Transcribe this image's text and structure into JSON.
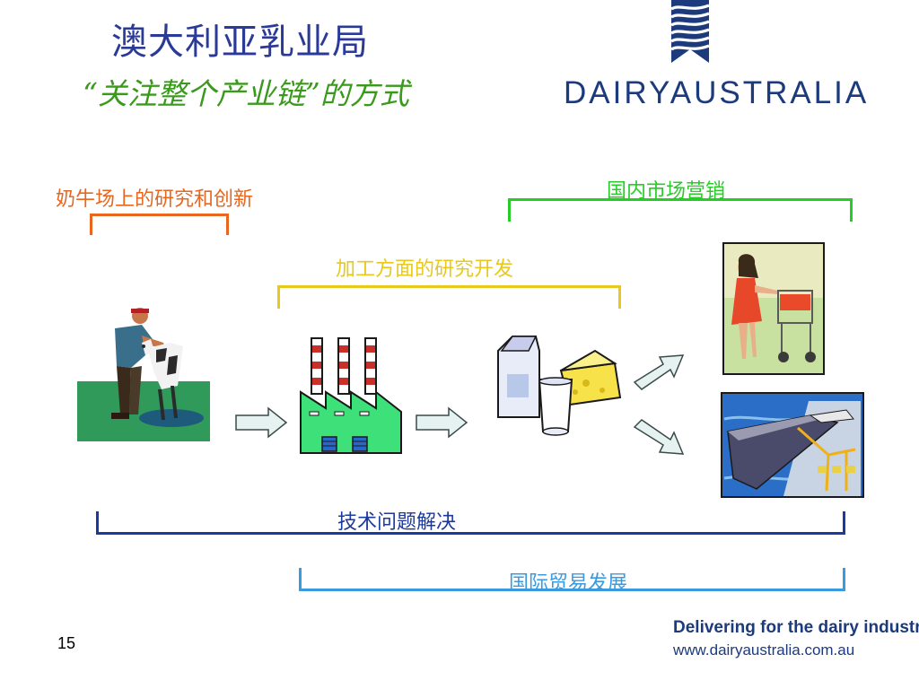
{
  "slide": {
    "title": "澳大利亚乳业局",
    "subtitle": "“关注整个产业链”的方式",
    "number": "15"
  },
  "logo": {
    "text": "DAIRYAUSTRALIA",
    "icon": "wave-stripes-icon"
  },
  "labels": {
    "farm_research": "奶牛场上的研究和创新",
    "domestic_marketing": "国内市场营销",
    "processing_rd": "加工方面的研究开发",
    "technical_solutions": "技术问题解决",
    "intl_trade": "国际贸易发展"
  },
  "footer": {
    "tagline": "Delivering for the dairy industry",
    "url": "www.dairyaustralia.com.au"
  },
  "colors": {
    "title": "#2b3a97",
    "subtitle": "#3a9a1c",
    "farm": "#e8661e",
    "domestic": "#27cc27",
    "processing": "#e8c81a",
    "technical": "#1c3a9c",
    "intl": "#3a9ae0"
  },
  "icons": [
    "farmer-with-calf-icon",
    "factory-icon",
    "dairy-products-icon",
    "shopper-icon",
    "cargo-ship-icon",
    "arrow-icon"
  ]
}
